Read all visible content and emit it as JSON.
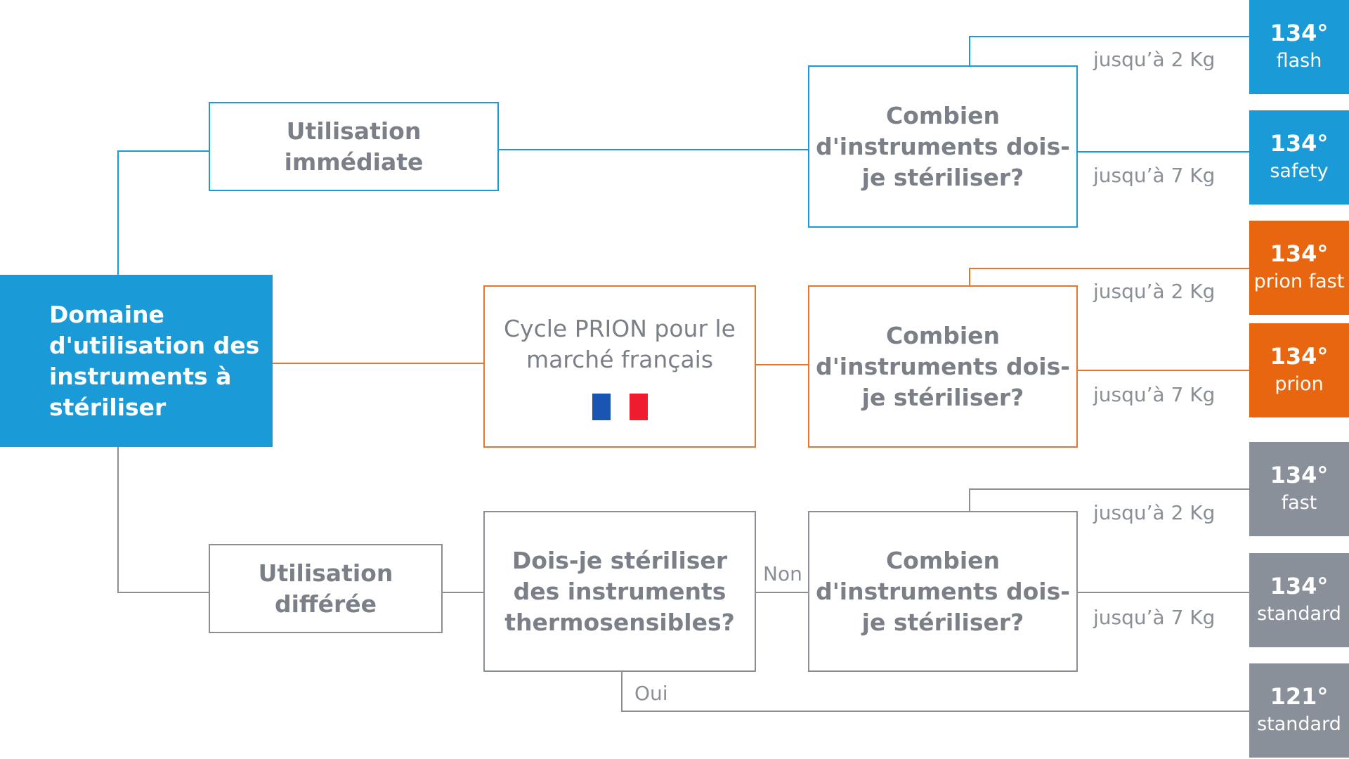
{
  "root": {
    "label": "Domaine d'utilisation des instruments à stériliser"
  },
  "usage_immediate": {
    "label": "Utilisation immédiate"
  },
  "usage_deferred": {
    "label": "Utilisation différée"
  },
  "prion_cycle": {
    "label": "Cycle PRION pour le marché français"
  },
  "thermosensitive_question": {
    "label": "Dois-je stériliser des instruments thermosensibles?"
  },
  "quantity_question": {
    "blue": "Combien d'instruments dois-je stériliser?",
    "orange": "Combien d'instruments dois-je stériliser?",
    "gray": "Combien d'instruments dois-je stériliser?"
  },
  "answers": {
    "no": "Non",
    "yes": "Oui"
  },
  "weights": {
    "blue_2kg": "jusqu’à 2 Kg",
    "blue_7kg": "jusqu’à 7 Kg",
    "orange_2kg": "jusqu’à 2 Kg",
    "orange_7kg": "jusqu’à 7 Kg",
    "gray_2kg": "jusqu’à 2 Kg",
    "gray_7kg": "jusqu’à 7 Kg"
  },
  "results": [
    {
      "temp": "134°",
      "name": "flash"
    },
    {
      "temp": "134°",
      "name": "safety"
    },
    {
      "temp": "134°",
      "name": "prion fast"
    },
    {
      "temp": "134°",
      "name": "prion"
    },
    {
      "temp": "134°",
      "name": "fast"
    },
    {
      "temp": "134°",
      "name": "standard"
    },
    {
      "temp": "121°",
      "name": "standard"
    }
  ],
  "colors": {
    "blue": "#1a9ad6",
    "orange": "#e8660f",
    "gray": "#8a9099",
    "text": "#7b8088"
  },
  "flag_icon": "france-flag-icon"
}
